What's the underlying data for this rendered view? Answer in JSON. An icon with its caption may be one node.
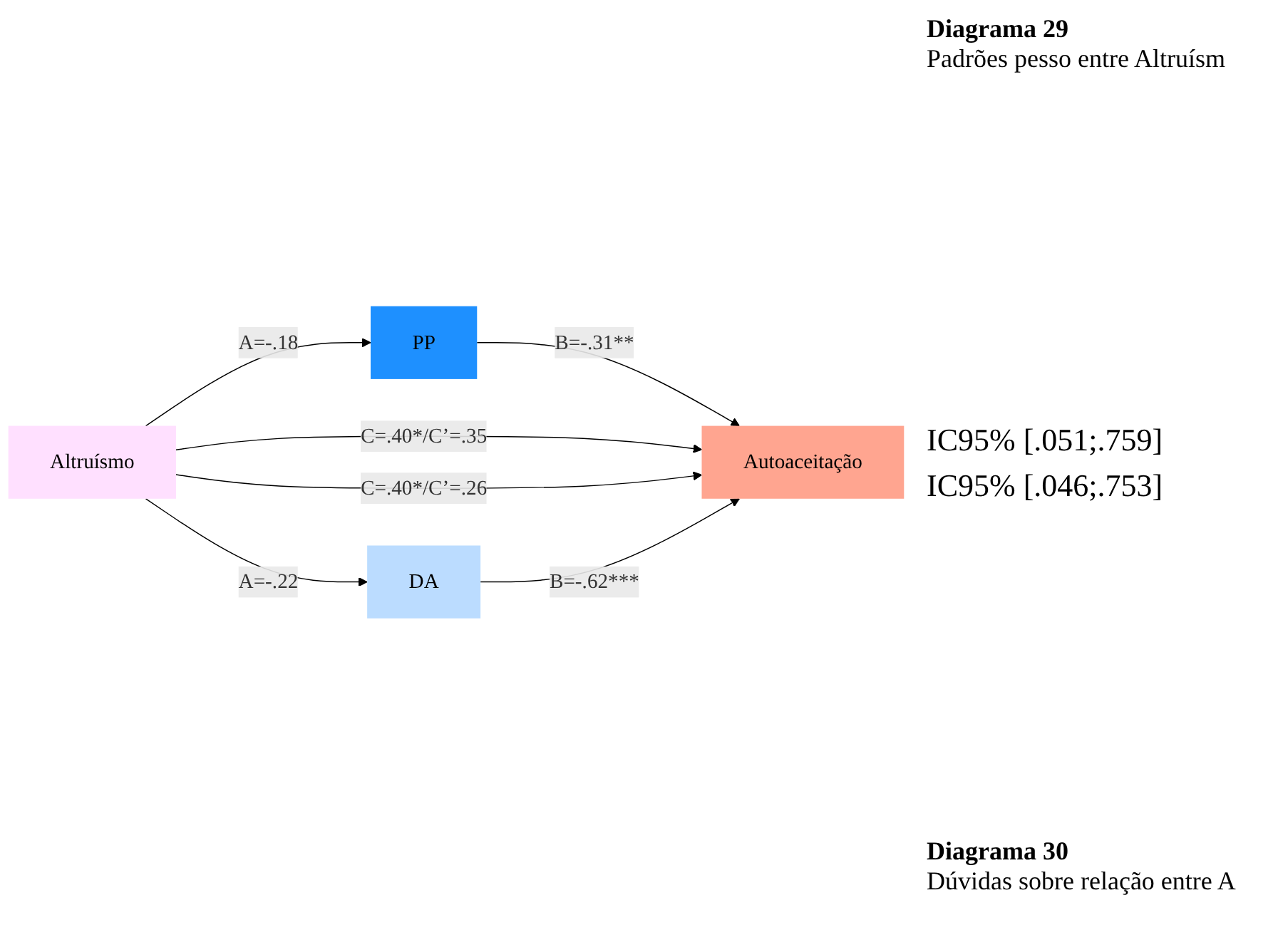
{
  "diagram": {
    "nodes": [
      {
        "text": [
          "PP"
        ]
      },
      {
        "text": [
          "Altruísmo"
        ]
      },
      {
        "text": [
          "Autoaceitação"
        ]
      },
      {
        "text": [
          "DA"
        ]
      }
    ],
    "edges": [
      {
        "from": 1,
        "to": 0,
        "arrow": "to",
        "label": "A=-.18"
      },
      {
        "from": 0,
        "to": 2,
        "arrow": "to",
        "label": "B=-.31**"
      },
      {
        "from": 1,
        "to": 2,
        "arrow": "to",
        "label": "C=.40*/C’=.35"
      },
      {
        "from": 1,
        "to": 2,
        "arrow": "to",
        "label": "C=.40*/C’=.26"
      },
      {
        "from": 1,
        "to": 3,
        "arrow": "to",
        "label": "A=-.22"
      },
      {
        "from": 3,
        "to": 2,
        "arrow": "to",
        "label": "B=-.62***"
      }
    ],
    "labels": [
      "Diagrama 29",
      "Padrões pesso entre Altruísm",
      "IC95% [.051;.759]",
      "IC95% [.046;.753]",
      "Diagrama 30",
      "Dúvidas sobre relação entre A"
    ]
  }
}
